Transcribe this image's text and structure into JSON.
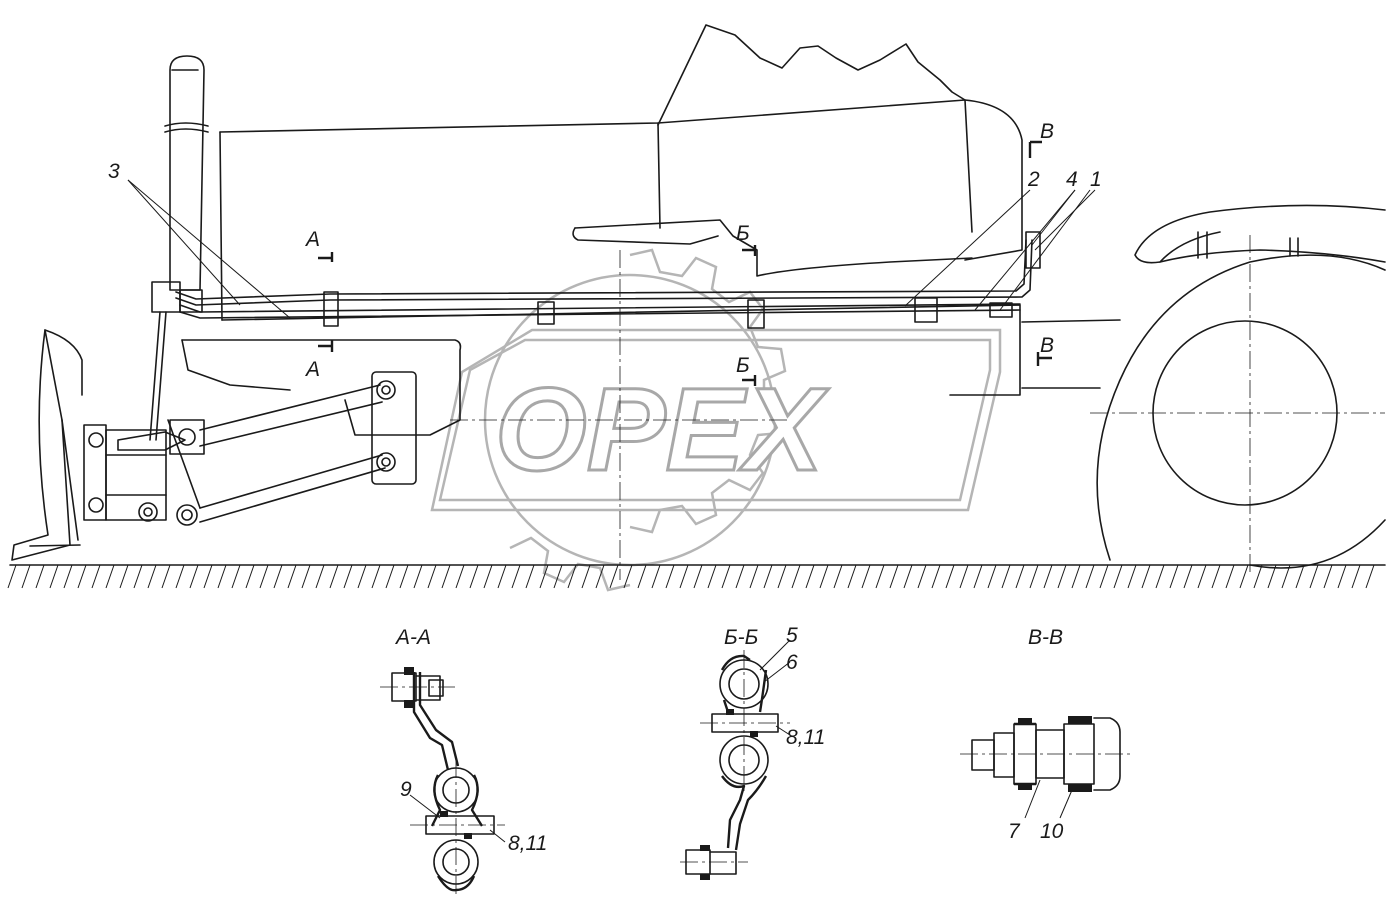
{
  "watermark": {
    "text": "OPEX"
  },
  "callouts": {
    "c1": "1",
    "c2": "2",
    "c3": "3",
    "c4": "4",
    "c5": "5",
    "c6": "6",
    "c7": "7",
    "c9": "9",
    "c10": "10",
    "c8_11_aa": "8,11",
    "c8_11_bb": "8,11"
  },
  "cut_markers": {
    "a_top": "А",
    "a_bottom": "А",
    "b_top": "Б",
    "b_bottom": "Б",
    "v_top": "В",
    "v_bottom": "В"
  },
  "sections": {
    "aa": "А-А",
    "bb": "Б-Б",
    "vv": "В-В"
  }
}
